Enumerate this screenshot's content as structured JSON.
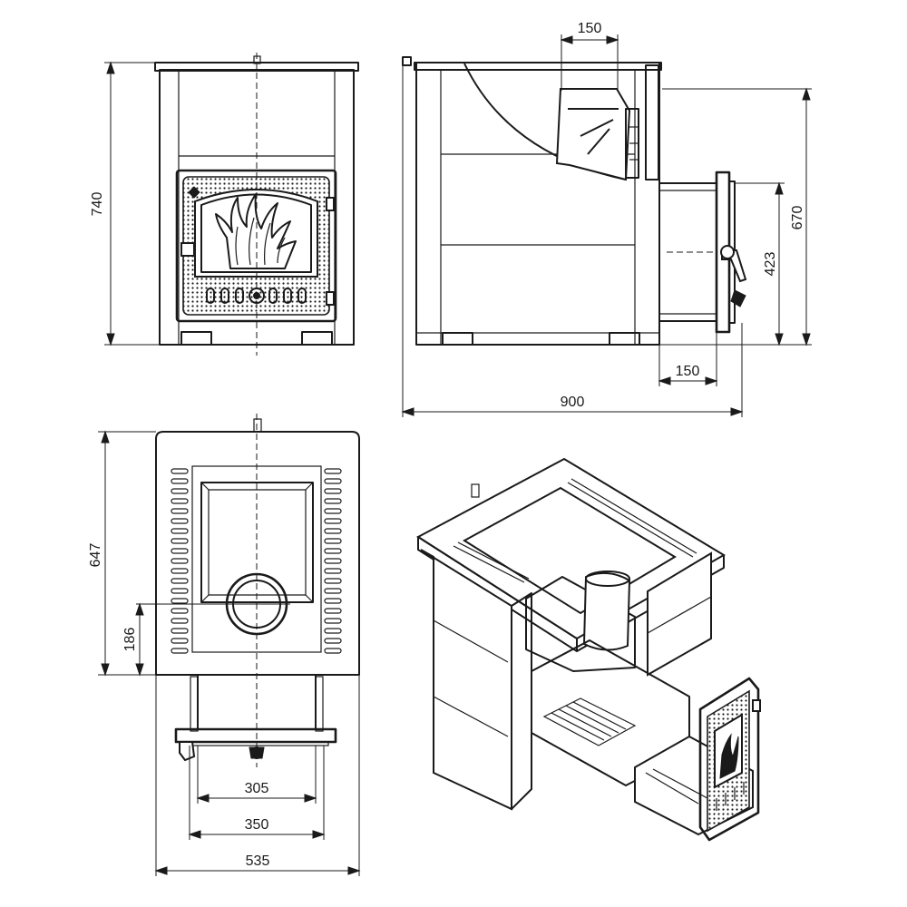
{
  "dimensions": {
    "front_height": "740",
    "side_top_offset": "150",
    "side_height": "670",
    "side_tunnel_height": "423",
    "side_tunnel_length": "150",
    "side_total_length": "900",
    "top_depth": "647",
    "top_offset": "186",
    "top_width_inner": "305",
    "top_width_tunnel": "350",
    "top_width_total": "535"
  }
}
